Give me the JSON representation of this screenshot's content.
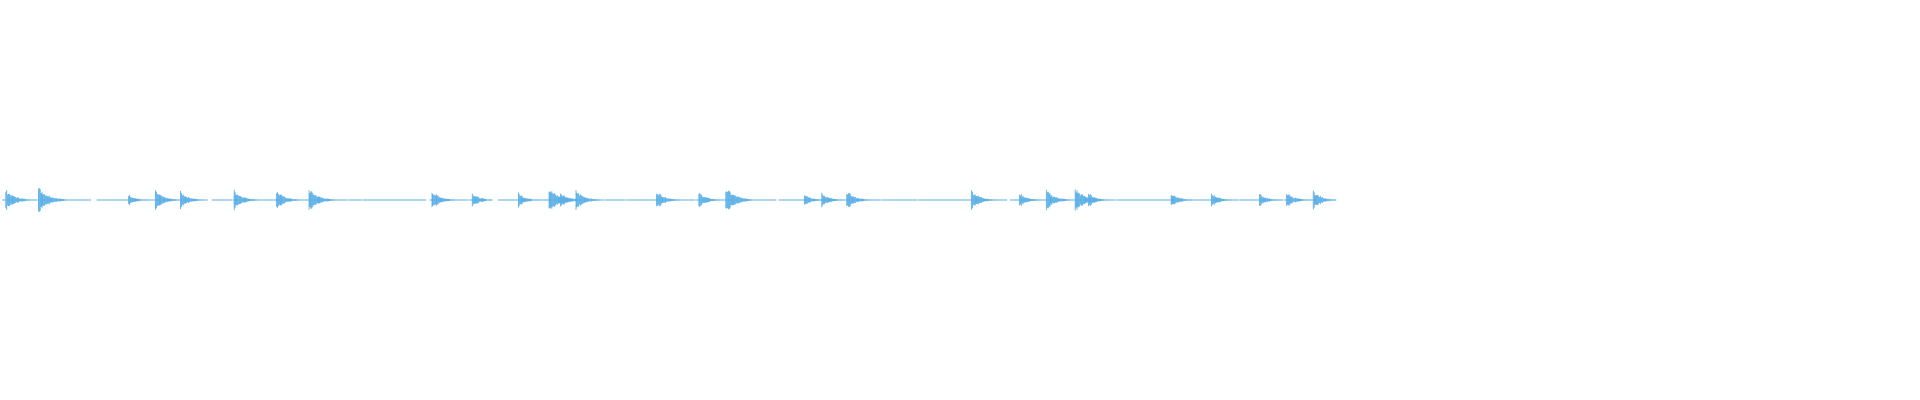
{
  "waveform": {
    "color": "#5aaee6",
    "background": "#ffffff",
    "duration_fraction_with_audio": 0.687,
    "events": [
      {
        "pos": 0.003,
        "amp": 0.8
      },
      {
        "pos": 0.02,
        "amp": 1.0
      },
      {
        "pos": 0.067,
        "amp": 0.45
      },
      {
        "pos": 0.081,
        "amp": 0.7
      },
      {
        "pos": 0.094,
        "amp": 0.65
      },
      {
        "pos": 0.122,
        "amp": 0.75
      },
      {
        "pos": 0.144,
        "amp": 0.7
      },
      {
        "pos": 0.161,
        "amp": 0.85
      },
      {
        "pos": 0.225,
        "amp": 0.7
      },
      {
        "pos": 0.246,
        "amp": 0.55
      },
      {
        "pos": 0.27,
        "amp": 0.55
      },
      {
        "pos": 0.286,
        "amp": 0.9
      },
      {
        "pos": 0.292,
        "amp": 0.6
      },
      {
        "pos": 0.3,
        "amp": 0.75
      },
      {
        "pos": 0.342,
        "amp": 0.7
      },
      {
        "pos": 0.364,
        "amp": 0.6
      },
      {
        "pos": 0.378,
        "amp": 0.95
      },
      {
        "pos": 0.419,
        "amp": 0.5
      },
      {
        "pos": 0.428,
        "amp": 0.55
      },
      {
        "pos": 0.441,
        "amp": 0.7
      },
      {
        "pos": 0.506,
        "amp": 0.75
      },
      {
        "pos": 0.531,
        "amp": 0.55
      },
      {
        "pos": 0.545,
        "amp": 0.75
      },
      {
        "pos": 0.56,
        "amp": 0.9
      },
      {
        "pos": 0.567,
        "amp": 0.55
      },
      {
        "pos": 0.61,
        "amp": 0.55
      },
      {
        "pos": 0.631,
        "amp": 0.55
      },
      {
        "pos": 0.656,
        "amp": 0.5
      },
      {
        "pos": 0.67,
        "amp": 0.6
      },
      {
        "pos": 0.684,
        "amp": 0.7
      }
    ]
  }
}
